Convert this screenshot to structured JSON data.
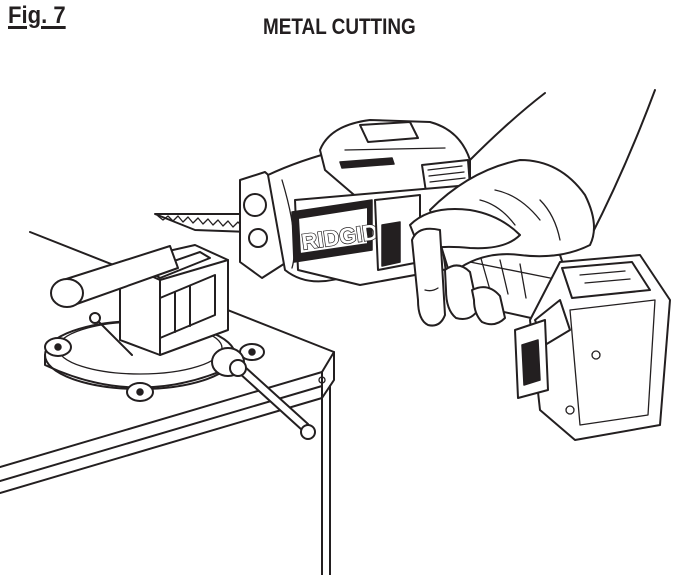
{
  "figure": {
    "label": "Fig. 7",
    "title": "METAL CUTTING"
  },
  "illustration": {
    "tool_brand": "RIDGID"
  },
  "colors": {
    "ink": "#231f20",
    "paper": "#ffffff"
  }
}
